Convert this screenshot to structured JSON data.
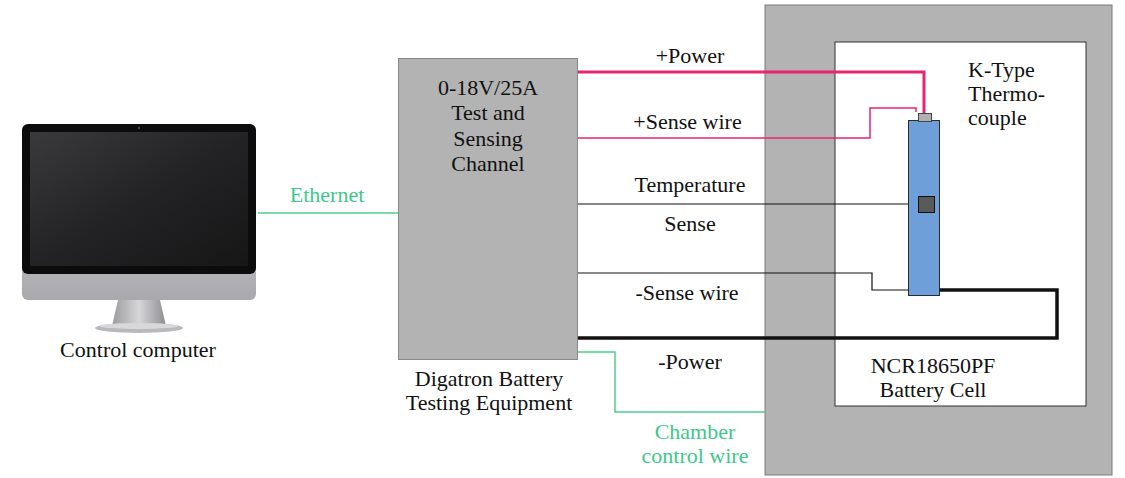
{
  "diagram": {
    "nodes": [
      {
        "text": [
          "Control computer"
        ]
      },
      {
        "text": [
          "0-18V/25A Test and Sensing Channel",
          "Digatron Battery Testing Equipment"
        ]
      },
      {
        "text": [
          "NCR18650PF Battery Cell"
        ]
      }
    ],
    "edges": [
      {
        "from": 0,
        "to": 1,
        "label": "Ethernet",
        "arrow": "none"
      },
      {
        "from": 1,
        "to": 2,
        "label": "+Power",
        "arrow": "none"
      },
      {
        "from": 1,
        "to": 2,
        "label": "+Sense wire",
        "arrow": "none"
      },
      {
        "from": 1,
        "to": 2,
        "label": "Temperature Sense",
        "arrow": "none"
      },
      {
        "from": 1,
        "to": 2,
        "label": "-Sense wire",
        "arrow": "none"
      },
      {
        "from": 1,
        "to": 2,
        "label": "-Power",
        "arrow": "none"
      }
    ],
    "labels": [
      "K-Type Thermo- couple",
      "Chamber control wire"
    ]
  }
}
